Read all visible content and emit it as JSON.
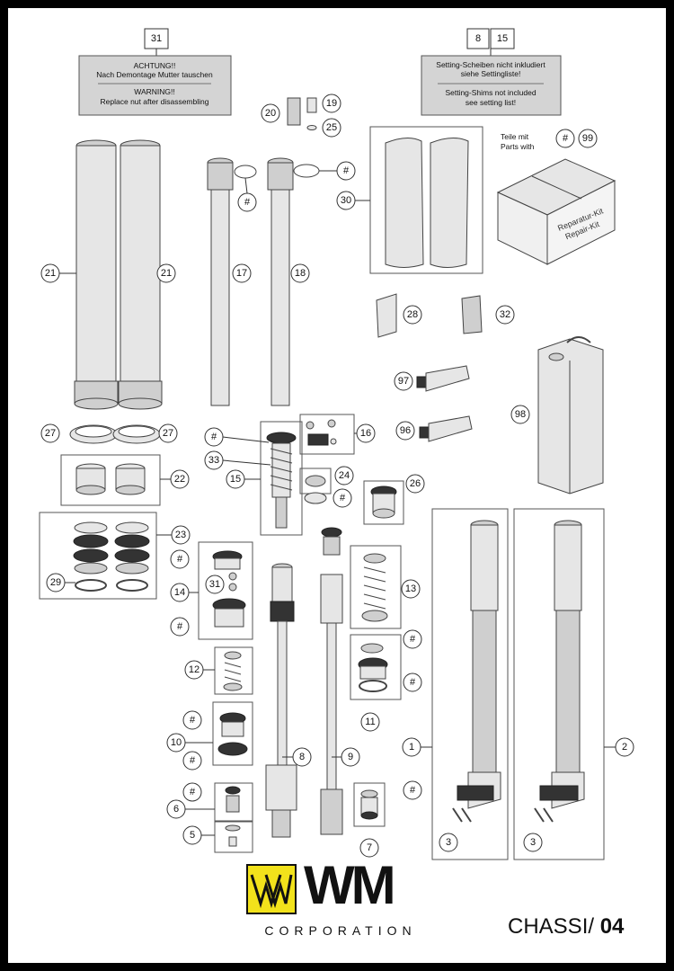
{
  "notices": {
    "nut": {
      "callout": "31",
      "line1": "ACHTUNG!!",
      "line2": "Nach Demontage Mutter tauschen",
      "line3": "WARNING!!",
      "line4": "Replace nut after disassembling"
    },
    "shims": {
      "callout_a": "8",
      "callout_b": "15",
      "line1": "Setting-Scheiben nicht inkludiert",
      "line2": "siehe Settingliste!",
      "line3": "Setting-Shims not included",
      "line4": "see setting list!"
    }
  },
  "repair_kit": {
    "line1": "Teile mit",
    "line2": "Parts with",
    "callout_hash": "#",
    "callout_num": "99",
    "box_line1": "Reparatur-Kit",
    "box_line2": "Repair-Kit"
  },
  "callouts": {
    "c1": "1",
    "c2": "2",
    "c3a": "3",
    "c3b": "3",
    "c5": "5",
    "c6": "6",
    "c7": "7",
    "c8": "8",
    "c9": "9",
    "c10": "10",
    "c11": "11",
    "c12": "12",
    "c13": "13",
    "c14": "14",
    "c15": "15",
    "c16": "16",
    "c17": "17",
    "c18": "18",
    "c19": "19",
    "c20": "20",
    "c21a": "21",
    "c21b": "21",
    "c22": "22",
    "c23": "23",
    "c24": "24",
    "c25": "25",
    "c26": "26",
    "c27a": "27",
    "c27b": "27",
    "c28": "28",
    "c29": "29",
    "c30": "30",
    "c31": "31",
    "c32": "32",
    "c33": "33",
    "c96": "96",
    "c97": "97",
    "c98": "98",
    "h1": "#",
    "h2": "#",
    "h3": "#",
    "h4": "#",
    "h5": "#",
    "h6": "#",
    "h7": "#",
    "h8": "#",
    "h9": "#",
    "h10": "#",
    "h11": "#",
    "h12": "#",
    "h13": "#",
    "h14": "#"
  },
  "footer": {
    "brand": "WM",
    "corporation": "CORPORATION",
    "section": "CHASSI/",
    "page": "04"
  }
}
